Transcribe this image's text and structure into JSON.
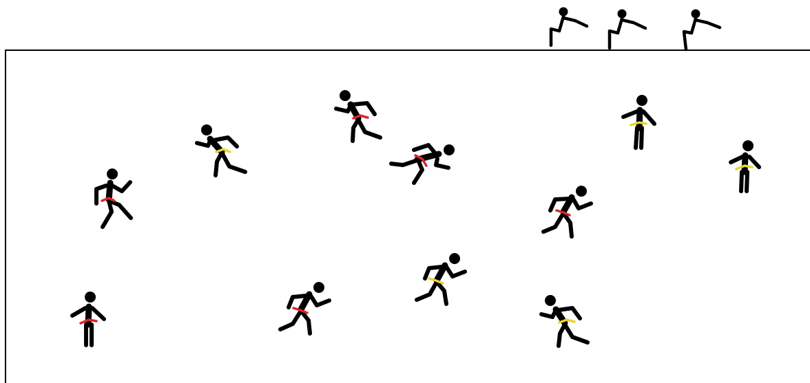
{
  "scene": {
    "colors": {
      "background": "#ffffff",
      "figure": "#000000",
      "red_team_belt": "#d9262b",
      "yellow_team_belt": "#e9d430"
    },
    "waiting_players": [
      {
        "pose": "crouch-sitting",
        "team": "none"
      },
      {
        "pose": "crouch-sitting",
        "team": "none"
      },
      {
        "pose": "crouch-sitting",
        "team": "none"
      }
    ],
    "field_players": [
      {
        "pose": "running",
        "team": "red"
      },
      {
        "pose": "running",
        "team": "yellow"
      },
      {
        "pose": "running",
        "team": "red"
      },
      {
        "pose": "diving",
        "team": "red"
      },
      {
        "pose": "standing",
        "team": "yellow"
      },
      {
        "pose": "standing",
        "team": "yellow"
      },
      {
        "pose": "running",
        "team": "red"
      },
      {
        "pose": "standing",
        "team": "red"
      },
      {
        "pose": "running",
        "team": "red"
      },
      {
        "pose": "running",
        "team": "yellow"
      },
      {
        "pose": "running",
        "team": "yellow"
      }
    ]
  }
}
